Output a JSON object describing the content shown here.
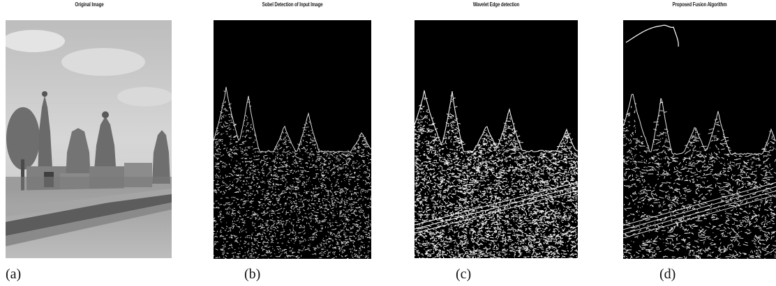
{
  "figure": {
    "panels": [
      {
        "id": "a",
        "title": "Original Image",
        "caption": "(a)",
        "kind": "photo"
      },
      {
        "id": "b",
        "title": "Sobel Detection of Input Image",
        "caption": "(b)",
        "kind": "sobel-edges"
      },
      {
        "id": "c",
        "title": "Wavelet Edge detection",
        "caption": "(c)",
        "kind": "wavelet-edges"
      },
      {
        "id": "d",
        "title": "Proposed Fusion Algorithm",
        "caption": "(d)",
        "kind": "fusion-edges"
      }
    ]
  }
}
